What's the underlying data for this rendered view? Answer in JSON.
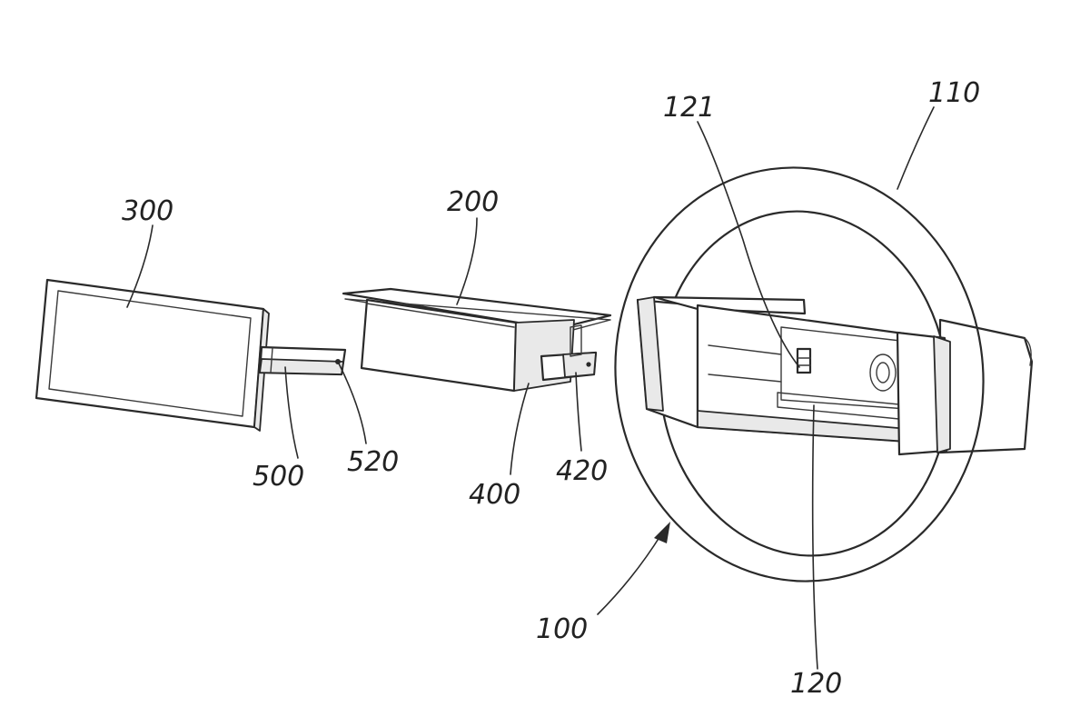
{
  "labels": {
    "display": "300",
    "box": "200",
    "wheel_rim": "110",
    "pad_detail": "121",
    "arm": "500",
    "arm_end": "520",
    "connector": "400",
    "connector_end": "420",
    "assembly": "100",
    "hub": "120"
  },
  "colors": {
    "line": "#2a2a2a",
    "background": "#ffffff",
    "shade": "#e9e9e9"
  }
}
